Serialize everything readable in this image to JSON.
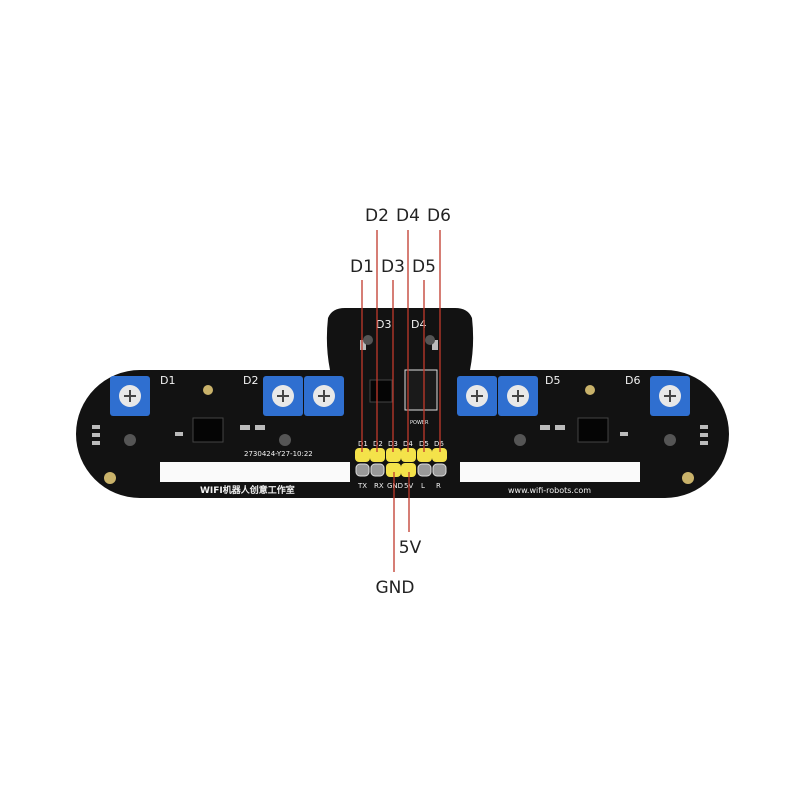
{
  "callouts": {
    "top_row": [
      "D2",
      "D4",
      "D6"
    ],
    "second_row": [
      "D1",
      "D3",
      "D5"
    ],
    "power": [
      "5V",
      "GND"
    ]
  },
  "board": {
    "sensor_labels": [
      "D1",
      "D2",
      "D3",
      "D4",
      "D5",
      "D6"
    ],
    "header_top_labels": [
      "D1",
      "D2",
      "D3",
      "D4",
      "D5",
      "D6"
    ],
    "header_bottom_labels": [
      "TX",
      "RX",
      "GND",
      "5V",
      "L",
      "R"
    ],
    "brand_cn": "WIFI机器人创意工作室",
    "website": "www.wifi-robots.com",
    "serial": "2730424-Y27-10:22",
    "power_label": "POWER"
  },
  "colors": {
    "pcb": "#111111",
    "potentiometer": "#2f6fd0",
    "header_pins": "#f4e24a",
    "leader_lines": "#c0392b"
  }
}
